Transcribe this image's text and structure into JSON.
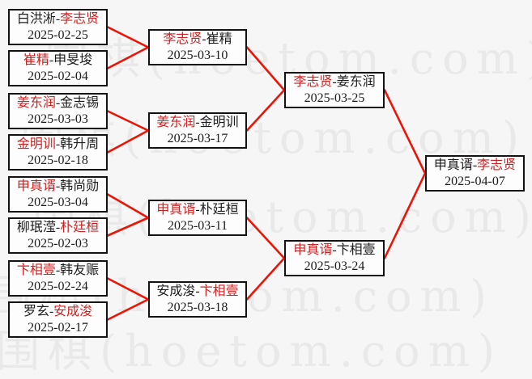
{
  "colors": {
    "page_bg": "#f6f6f6",
    "box_bg": "#fdfdfd",
    "box_border": "#131313",
    "black_text": "#1c1c1c",
    "red_text": "#cc2222",
    "line_red": "#ea1507",
    "watermark": "#e9e9e9"
  },
  "separator": "-",
  "watermark_text": "围棋(hoetom.com)",
  "bracket": {
    "round1": [
      {
        "p1": "白洪淅",
        "p2": "李志贤",
        "red": "p2",
        "date": "2025-02-25"
      },
      {
        "p1": "崔精",
        "p2": "申旻埈",
        "red": "p1",
        "date": "2025-02-04"
      },
      {
        "p1": "姜东润",
        "p2": "金志锡",
        "red": "p1",
        "date": "2025-03-03"
      },
      {
        "p1": "金明训",
        "p2": "韩升周",
        "red": "p1",
        "date": "2025-02-18"
      },
      {
        "p1": "申真谞",
        "p2": "韩尚勋",
        "red": "p1",
        "date": "2025-03-04"
      },
      {
        "p1": "柳珉滢",
        "p2": "朴廷桓",
        "red": "p2",
        "date": "2025-02-03"
      },
      {
        "p1": "卞相壹",
        "p2": "韩友赈",
        "red": "p1",
        "date": "2025-02-24"
      },
      {
        "p1": "罗玄",
        "p2": "安成浚",
        "red": "p2",
        "date": "2025-02-17"
      }
    ],
    "round2": [
      {
        "p1": "李志贤",
        "p2": "崔精",
        "red": "p1",
        "date": "2025-03-10"
      },
      {
        "p1": "姜东润",
        "p2": "金明训",
        "red": "p1",
        "date": "2025-03-17"
      },
      {
        "p1": "申真谞",
        "p2": "朴廷桓",
        "red": "p1",
        "date": "2025-03-11"
      },
      {
        "p1": "安成浚",
        "p2": "卞相壹",
        "red": "p2",
        "date": "2025-03-18"
      }
    ],
    "round3": [
      {
        "p1": "李志贤",
        "p2": "姜东润",
        "red": "p1",
        "date": "2025-03-25"
      },
      {
        "p1": "申真谞",
        "p2": "卞相壹",
        "red": "p1",
        "date": "2025-03-24"
      }
    ],
    "final": [
      {
        "p1": "申真谞",
        "p2": "李志贤",
        "red": "p2",
        "date": "2025-04-07"
      }
    ]
  }
}
